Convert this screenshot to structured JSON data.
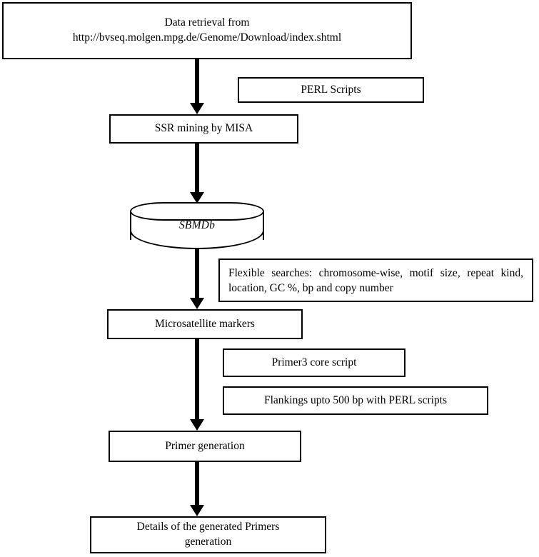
{
  "diagram": {
    "title": "SBMDb microsatellite marker development workflow",
    "type": "flowchart",
    "background_color": "#ffffff",
    "line_color": "#000000",
    "nodes": [
      {
        "id": "data-retrieval",
        "shape": "rectangle",
        "lines": [
          "Data retrieval from",
          "http://bvseq.molgen.mpg.de/Genome/Download/index.shtml"
        ],
        "line1": "Data retrieval from",
        "line2": "http://bvseq.molgen.mpg.de/Genome/Download/index.shtml"
      },
      {
        "id": "perl-scripts",
        "shape": "rectangle",
        "label": "PERL Scripts"
      },
      {
        "id": "ssr-mining",
        "shape": "rectangle",
        "label": "SSR mining by MISA"
      },
      {
        "id": "sbmdb",
        "shape": "cylinder",
        "label": "SBMDb"
      },
      {
        "id": "flexible-searches",
        "shape": "rectangle",
        "label": "Flexible searches: chromosome-wise, motif size, repeat kind, location, GC %, bp and copy number"
      },
      {
        "id": "microsatellite-markers",
        "shape": "rectangle",
        "label": "Microsatellite markers"
      },
      {
        "id": "primer3-core-script",
        "shape": "rectangle",
        "label": "Primer3 core script"
      },
      {
        "id": "flankings",
        "shape": "rectangle",
        "label": "Flankings upto 500 bp with PERL scripts"
      },
      {
        "id": "primer-generation",
        "shape": "rectangle",
        "label": "Primer generation"
      },
      {
        "id": "primer-details",
        "shape": "rectangle",
        "lines": [
          "Details of the generated Primers",
          "generation"
        ],
        "line1": "Details of the generated Primers",
        "line2": "generation"
      }
    ],
    "edges": [
      {
        "id": "edge-1",
        "from": "data-retrieval",
        "to": "ssr-mining",
        "style": "solid-arrow-down"
      },
      {
        "id": "edge-2",
        "from": "ssr-mining",
        "to": "sbmdb",
        "style": "solid-arrow-down"
      },
      {
        "id": "edge-3",
        "from": "sbmdb",
        "to": "microsatellite-markers",
        "style": "solid-arrow-down"
      },
      {
        "id": "edge-4",
        "from": "microsatellite-markers",
        "to": "primer-generation",
        "style": "solid-arrow-down"
      },
      {
        "id": "edge-5",
        "from": "primer-generation",
        "to": "primer-details",
        "style": "solid-arrow-down"
      }
    ]
  }
}
